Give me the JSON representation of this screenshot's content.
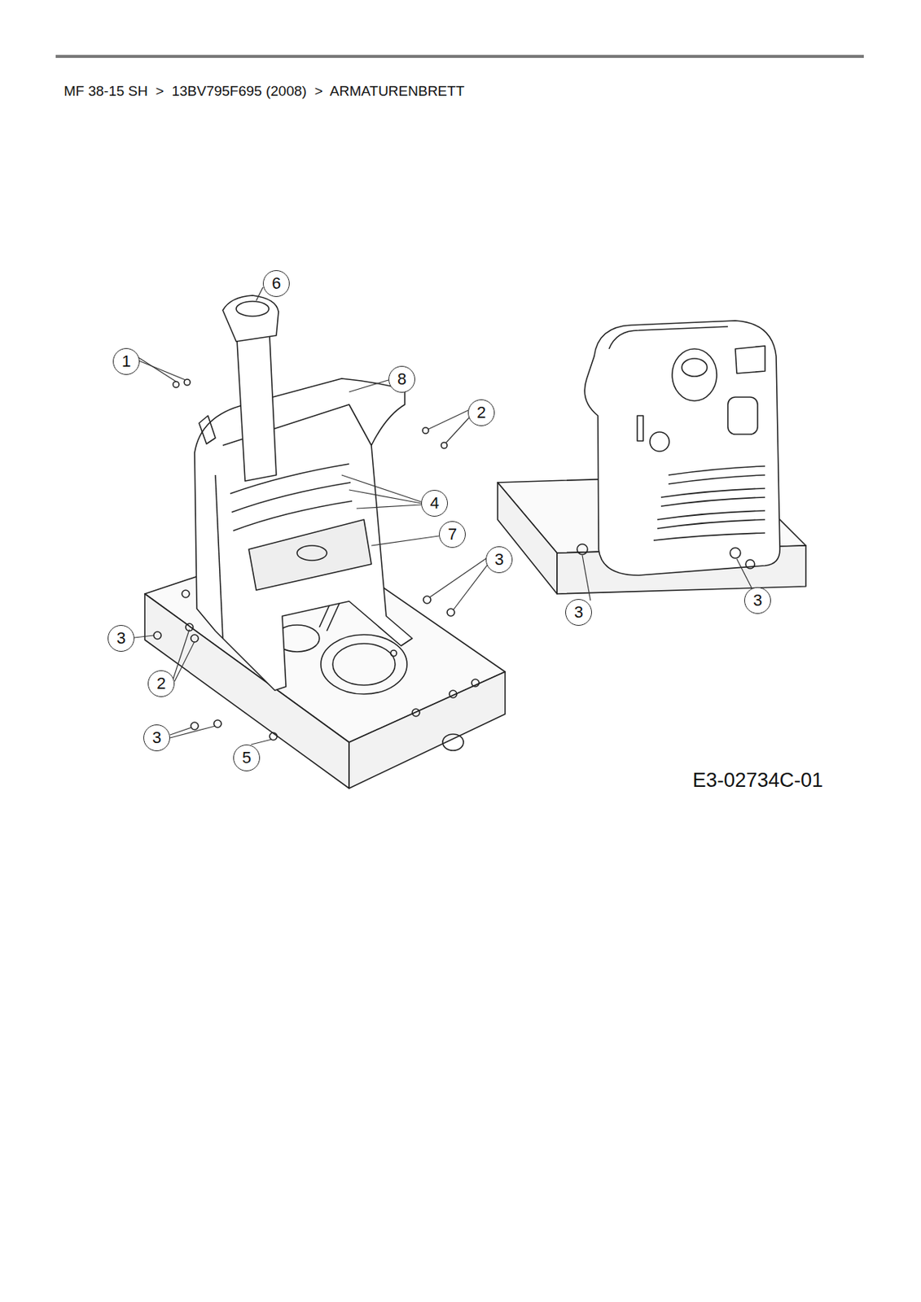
{
  "diagram": {
    "title": "MF 38-15 SH  >  13BV795F695 (2008)  >  ARMATURENBRETT",
    "labels": [
      "6",
      "1",
      "8",
      "2",
      "4",
      "7",
      "3",
      "3",
      "2",
      "3",
      "5",
      "3",
      "3",
      "E3-02734C-01"
    ]
  }
}
